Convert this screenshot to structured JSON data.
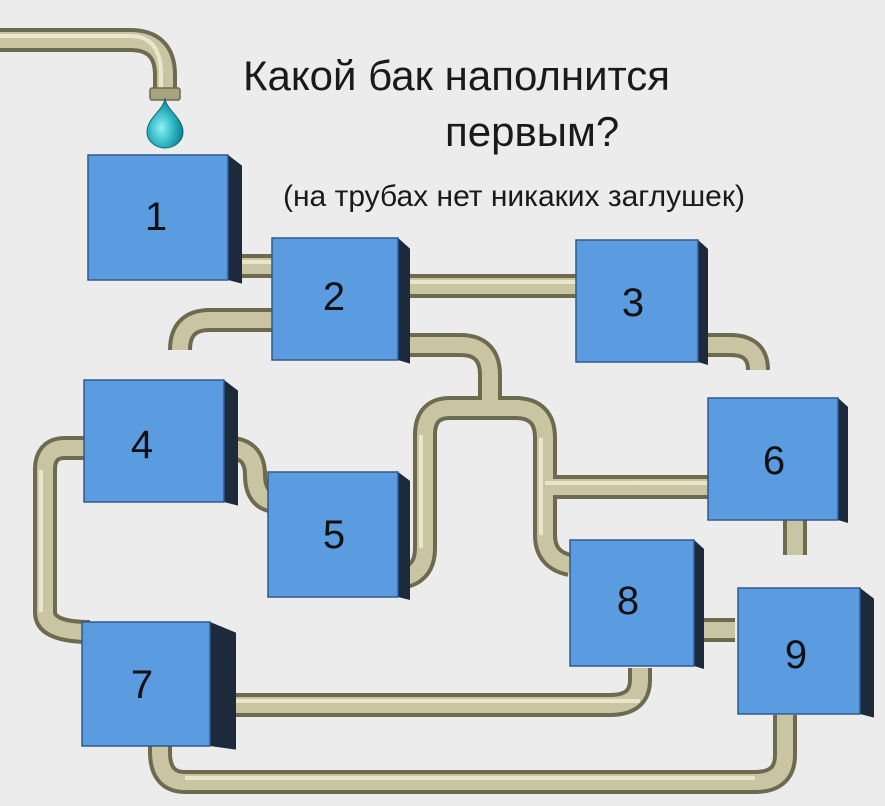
{
  "title": {
    "line1": "Какой бак наполнится",
    "line2": "первым?",
    "subtitle": "(на трубах нет никаких заглушек)"
  },
  "tanks": [
    {
      "id": "tank-1",
      "label": "1"
    },
    {
      "id": "tank-2",
      "label": "2"
    },
    {
      "id": "tank-3",
      "label": "3"
    },
    {
      "id": "tank-4",
      "label": "4"
    },
    {
      "id": "tank-5",
      "label": "5"
    },
    {
      "id": "tank-6",
      "label": "6"
    },
    {
      "id": "tank-7",
      "label": "7"
    },
    {
      "id": "tank-8",
      "label": "8"
    },
    {
      "id": "tank-9",
      "label": "9"
    }
  ],
  "colors": {
    "background": "#ececec",
    "tank_front": "#5b9be0",
    "tank_side": "#1c2a3c",
    "tank_top": "#8fbbe9",
    "pipe": "#b8b38c",
    "water_drop": "#2bb3c0"
  },
  "icons": {
    "faucet": "faucet-pipe",
    "drop": "water-drop-icon"
  }
}
